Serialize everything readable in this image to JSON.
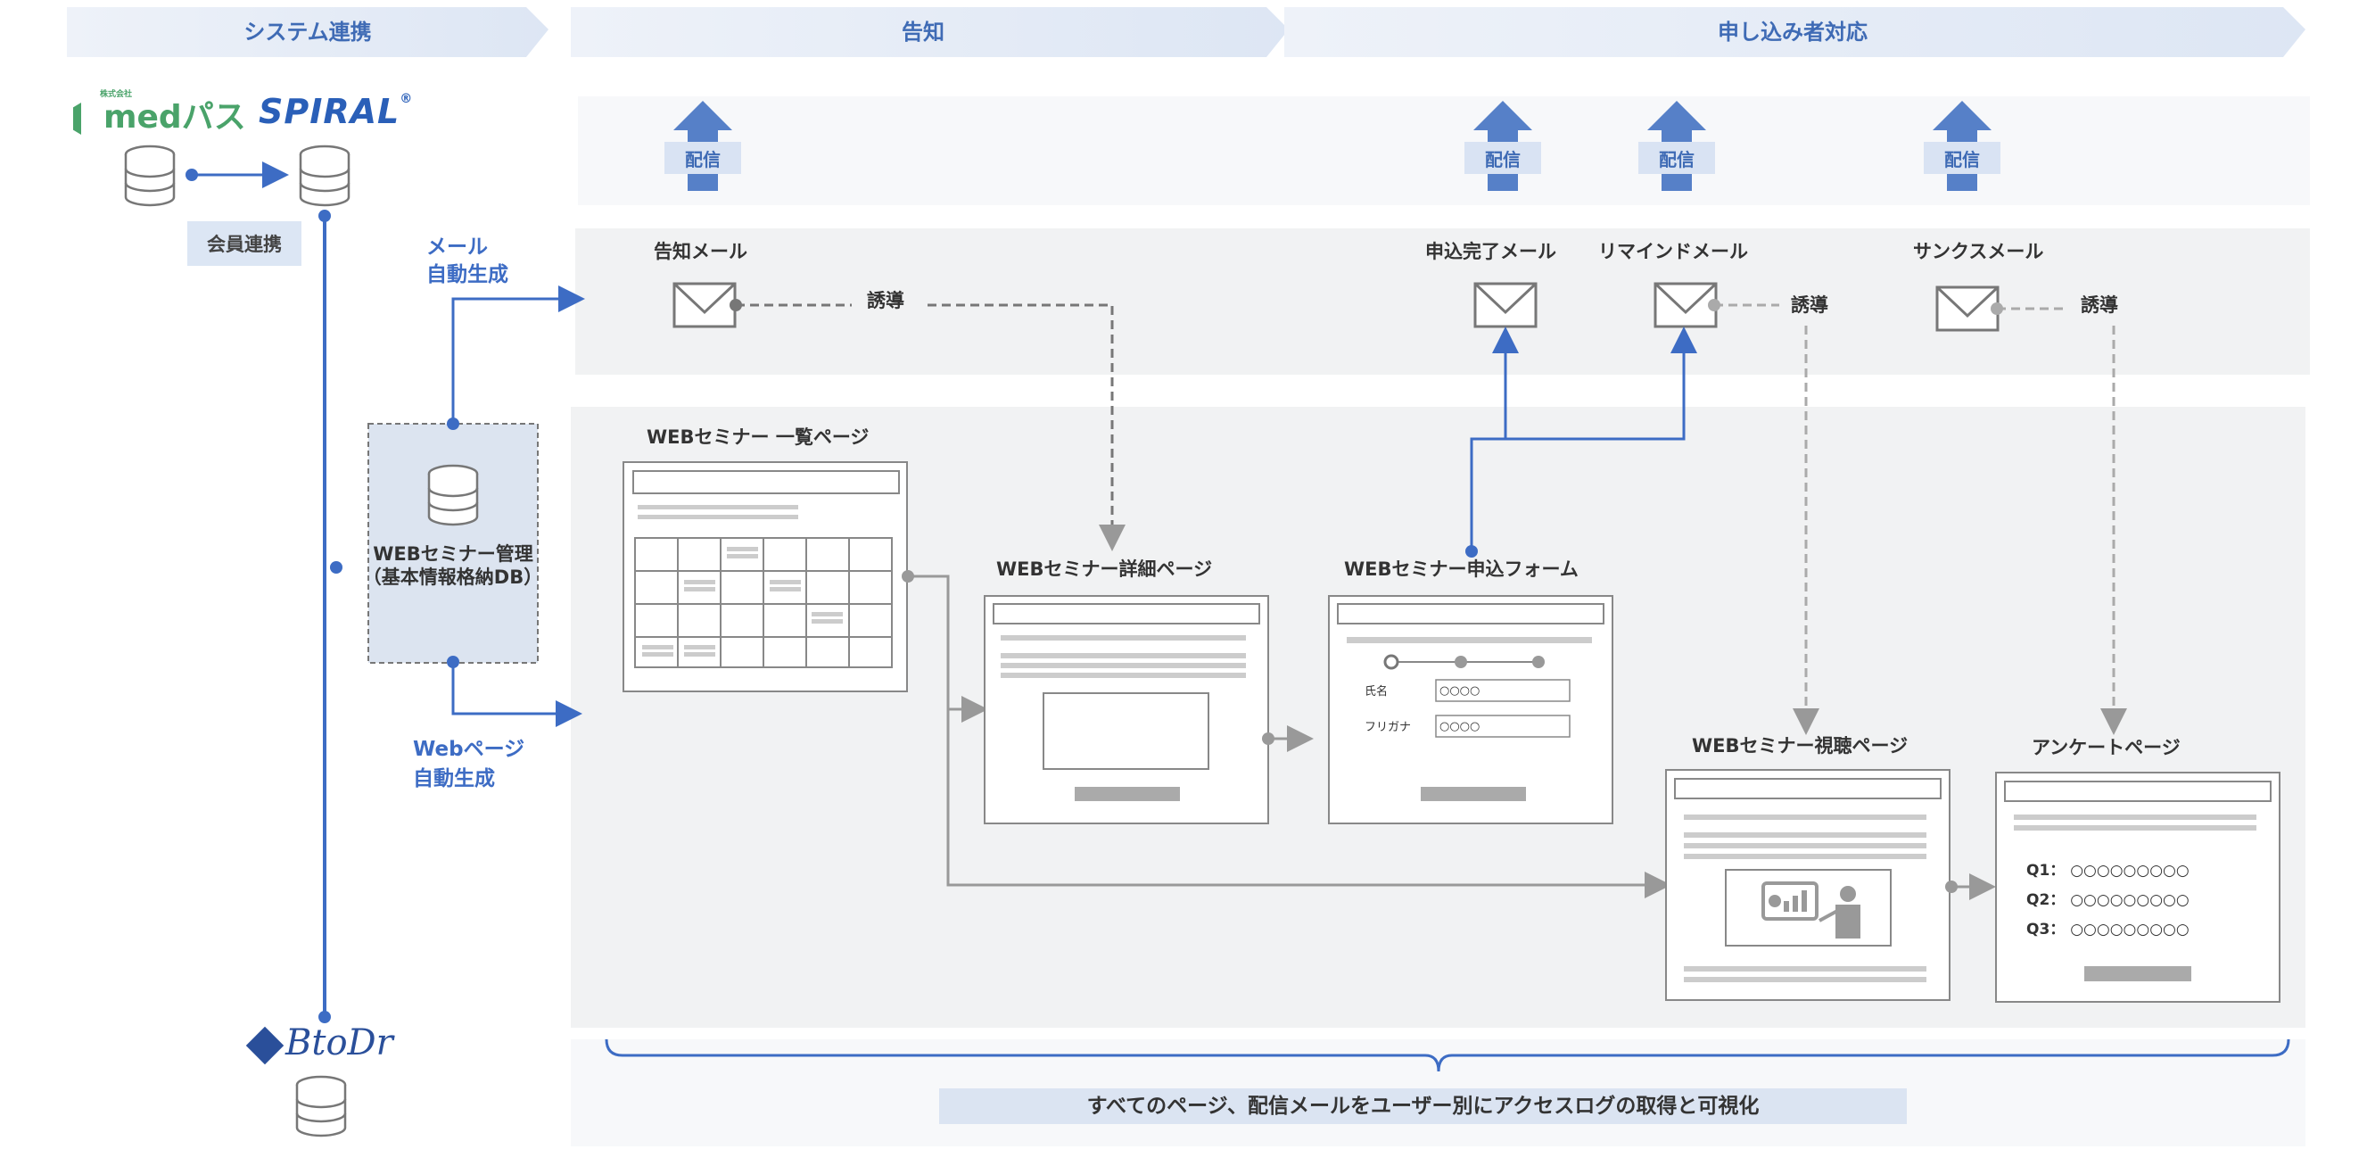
{
  "headers": {
    "system": "システム連携",
    "announce": "告知",
    "applicant": "申し込み者対応"
  },
  "logos": {
    "medpass": "medパス",
    "medpass_small": "株式会社",
    "spiral": "SPIRAL",
    "spiral_mark": "®",
    "btodr": "BtoDr"
  },
  "member_link": "会員連携",
  "haisin": [
    "配信",
    "配信",
    "配信",
    "配信"
  ],
  "auto_mail": [
    "メール",
    "自動生成"
  ],
  "auto_web": [
    "Webページ",
    "自動生成"
  ],
  "db": {
    "label1": "WEBセミナー管理",
    "label2": "（基本情報格納DB）"
  },
  "mails": {
    "announce": "告知メール",
    "complete": "申込完了メール",
    "remind": "リマインドメール",
    "thanks": "サンクスメール"
  },
  "guide": [
    "誘導",
    "誘導",
    "誘導"
  ],
  "pages": {
    "list": "WEBセミナー 一覧ページ",
    "detail": "WEBセミナー詳細ページ",
    "form": "WEBセミナー申込フォーム",
    "view": "WEBセミナー視聴ページ",
    "survey": "アンケートページ"
  },
  "form_fields": {
    "name_label": "氏名",
    "kana_label": "フリガナ",
    "name_value": "○○○○",
    "kana_value": "○○○○"
  },
  "survey_questions": [
    "Q1：  ○○○○○○○○○",
    "Q2：  ○○○○○○○○○",
    "Q3：  ○○○○○○○○○"
  ],
  "footer": "すべてのページ、配信メールをユーザー別にアクセスログの取得と可視化",
  "colors": {
    "accent_blue": "#3d6cc4",
    "header_bg": "#e3eaf6",
    "panel_bg": "#f3f4f5",
    "line_gray": "#8a8a8a"
  }
}
